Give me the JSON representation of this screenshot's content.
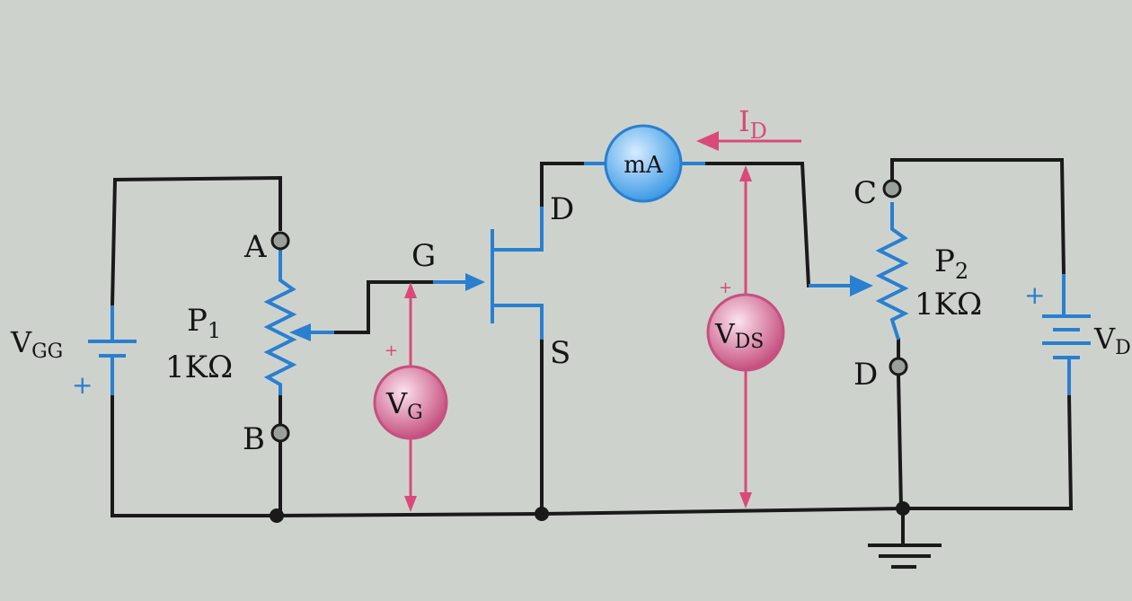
{
  "labels": {
    "A": "A",
    "B": "B",
    "C": "C",
    "D_terminal": "D",
    "G": "G",
    "D_fet": "D",
    "S": "S",
    "P1_main": "P",
    "P1_sub": "1",
    "P1_value": "1KΩ",
    "P2_main": "P",
    "P2_sub": "2",
    "P2_value": "1KΩ",
    "VGG_main": "V",
    "VGG_sub": "GG",
    "VDD_main": "V",
    "VDD_sub": "D",
    "ID_main": "I",
    "ID_sub": "D",
    "plus": "+"
  },
  "meters": {
    "mA": "mA",
    "VG_main": "V",
    "VG_sub": "G",
    "VDS_main": "V",
    "VDS_sub": "DS"
  },
  "colors": {
    "wire": "#1a1a1a",
    "blue": "#2a7fd0",
    "pink": "#d94a7a",
    "meter_blue": "#4aa3e8",
    "meter_pink": "#c95a86"
  }
}
